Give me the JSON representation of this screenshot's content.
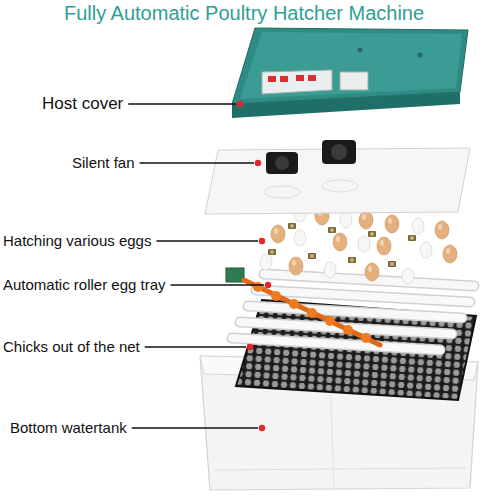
{
  "diagram": {
    "title": "Fully Automatic Poultry Hatcher Machine",
    "labels": [
      "Host cover",
      "Silent fan",
      "Hatching various eggs",
      "Automatic roller egg tray",
      "Chicks out of the net",
      "Bottom watertank"
    ]
  }
}
